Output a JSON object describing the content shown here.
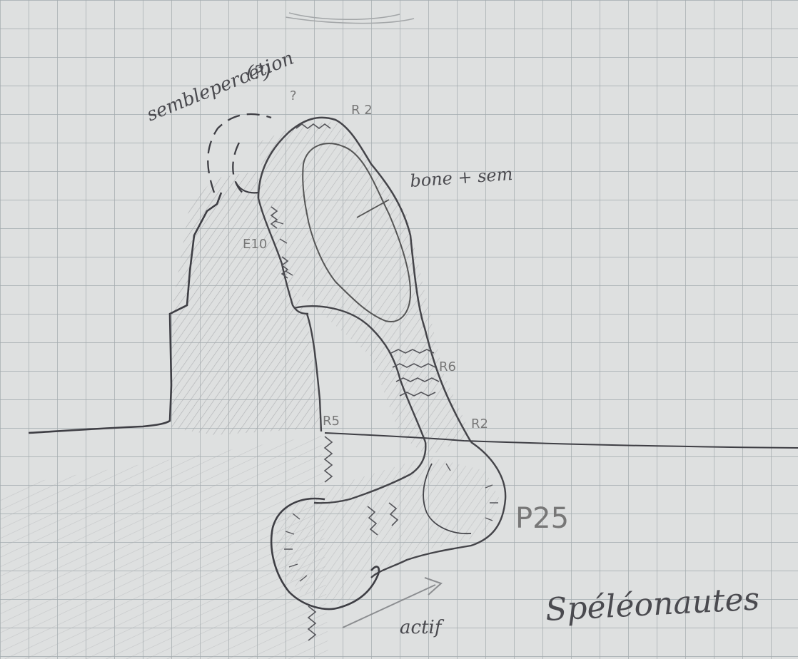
{
  "labels": {
    "top_note": "semblepercetion",
    "question_marks": "(?)",
    "question_small": "?",
    "r2_top": "R 2",
    "bone_note": "bone + sem",
    "e10": "E10",
    "r6": "R6",
    "r2_right": "R2",
    "r5": "R5",
    "p25": "P25",
    "actif": "actif",
    "signature": "Spéléonautes"
  },
  "colors": {
    "paper": "#d9dbdb",
    "grid": "#9aa2a6",
    "ink": "#3e3e44",
    "pencil": "#8a8c8f"
  }
}
